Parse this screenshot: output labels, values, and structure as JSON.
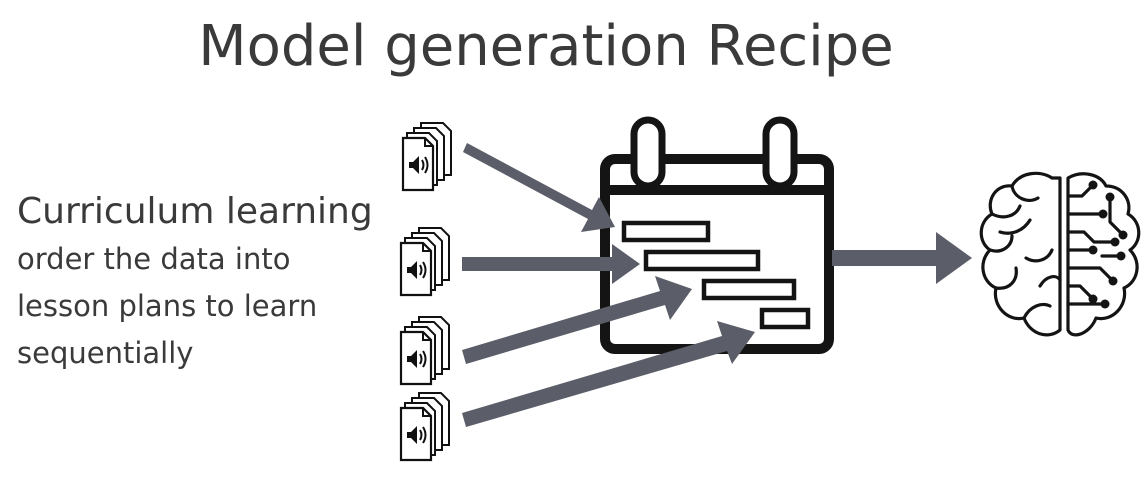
{
  "title": "Model generation Recipe",
  "caption": {
    "heading": "Curriculum learning",
    "description": "order the data into lesson plans to learn sequentially"
  },
  "icons": {
    "audio_files": "audio-file-stack-icon",
    "calendar": "calendar-gantt-icon",
    "model": "brain-circuit-icon"
  },
  "colors": {
    "arrow": "#5b5e69",
    "ink": "#141414",
    "text": "#3a3a3a"
  }
}
